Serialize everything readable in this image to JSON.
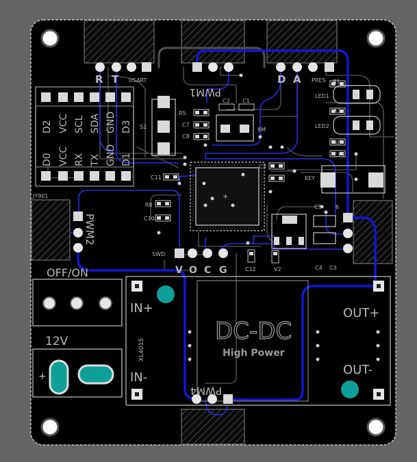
{
  "board": {
    "outline_color": "#bdbdbd",
    "board_color": "#000000",
    "background_color": "#666565",
    "top_copper_color": "#1515d8",
    "inner_copper_color": "#4a4a4a",
    "pad_color": "#e0e0e0",
    "teal_pad_color": "#0f9f99"
  },
  "labels": {
    "usart_r": "R",
    "usart_t": "T",
    "usart": "USART",
    "pwm1": "PWM1",
    "pwm2": "PWM2",
    "pwm4": "PWM4",
    "d": "D",
    "a": "A",
    "pres": "PRES",
    "r1": "R1",
    "r2": "R2",
    "r5": "R5",
    "r6": "R6",
    "r8": "R8",
    "led1": "LED1",
    "led2": "LED2",
    "c1": "C1",
    "c2": "C2",
    "c3": "C3",
    "c4": "C4",
    "c5": "C5",
    "c7": "C7",
    "c8": "C8",
    "c10": "C10",
    "c11": "C11",
    "c12": "C12",
    "c13": "C13",
    "c3b": "C3",
    "c6": "6",
    "s2": "S2",
    "key": "KEY",
    "y8m": "8M",
    "swd": "SWD",
    "v": "V",
    "o": "O",
    "c": "C",
    "g": "G",
    "v2": "V2",
    "jy901": "JY901",
    "top_row": [
      "D2",
      "VCC",
      "SCL",
      "SDA",
      "GND",
      "D3"
    ],
    "bot_row": [
      "D0",
      "VCC",
      "RX",
      "TX",
      "GND",
      "D1"
    ],
    "off_on": "OFF/ON",
    "v12": "12V",
    "in_plus": "IN+",
    "in_minus": "IN-",
    "out_plus": "OUT+",
    "out_minus": "OUT-",
    "dcdc": "DC-DC",
    "high_power": "High Power",
    "xl4015": "XL4015",
    "plus": "+"
  }
}
